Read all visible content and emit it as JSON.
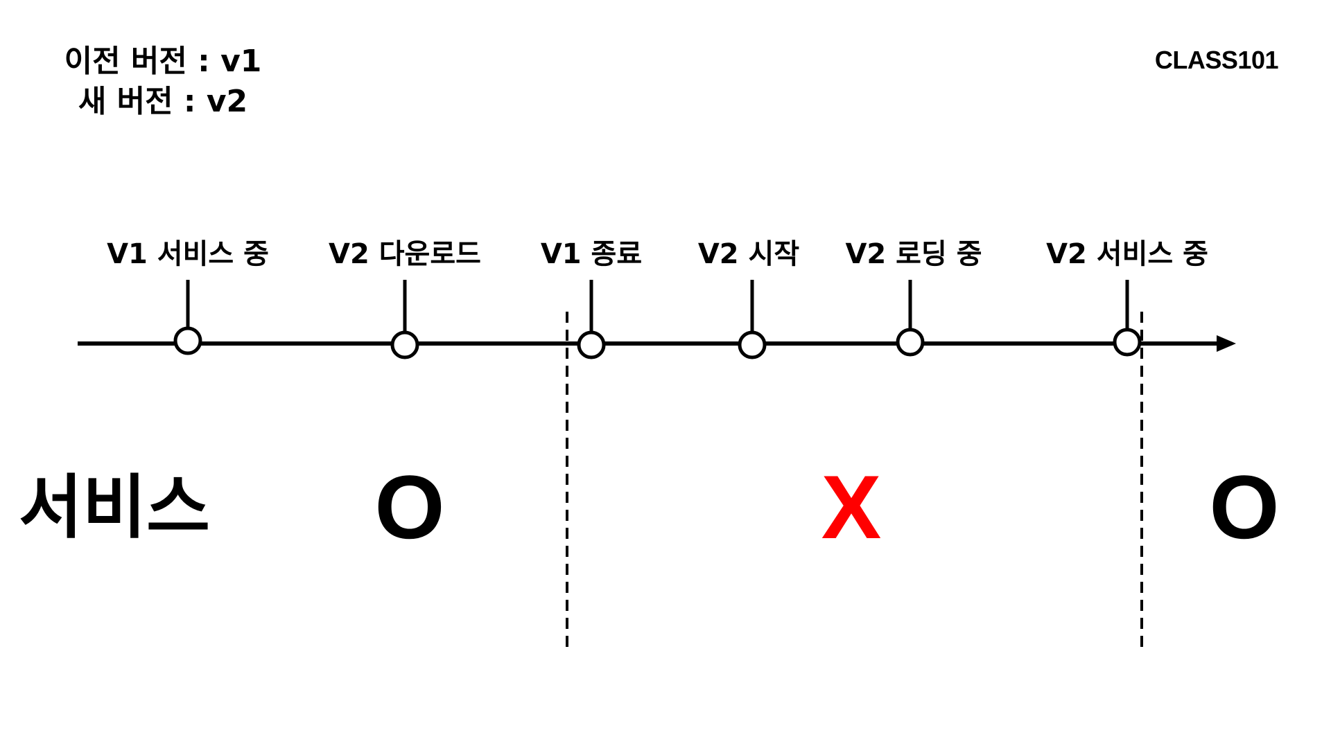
{
  "header": {
    "old_version": "이전 버전 : v1",
    "new_version": "새 버전 : v2",
    "brand": "CLASS101"
  },
  "timeline": {
    "events": [
      {
        "id": "v1-serving",
        "label": "V1 서비스 중"
      },
      {
        "id": "v2-download",
        "label": "V2 다운로드"
      },
      {
        "id": "v1-stop",
        "label": "V1 종료"
      },
      {
        "id": "v2-start",
        "label": "V2 시작"
      },
      {
        "id": "v2-loading",
        "label": "V2 로딩 중"
      },
      {
        "id": "v2-serving",
        "label": "V2 서비스 중"
      }
    ]
  },
  "service": {
    "title": "서비스",
    "statuses": [
      {
        "id": "before",
        "mark": "O",
        "color": "#000000"
      },
      {
        "id": "during",
        "mark": "X",
        "color": "#ff0000"
      },
      {
        "id": "after",
        "mark": "O",
        "color": "#000000"
      }
    ]
  },
  "colors": {
    "line": "#000000",
    "node_fill": "#ffffff",
    "down_mark": "#ff0000"
  }
}
